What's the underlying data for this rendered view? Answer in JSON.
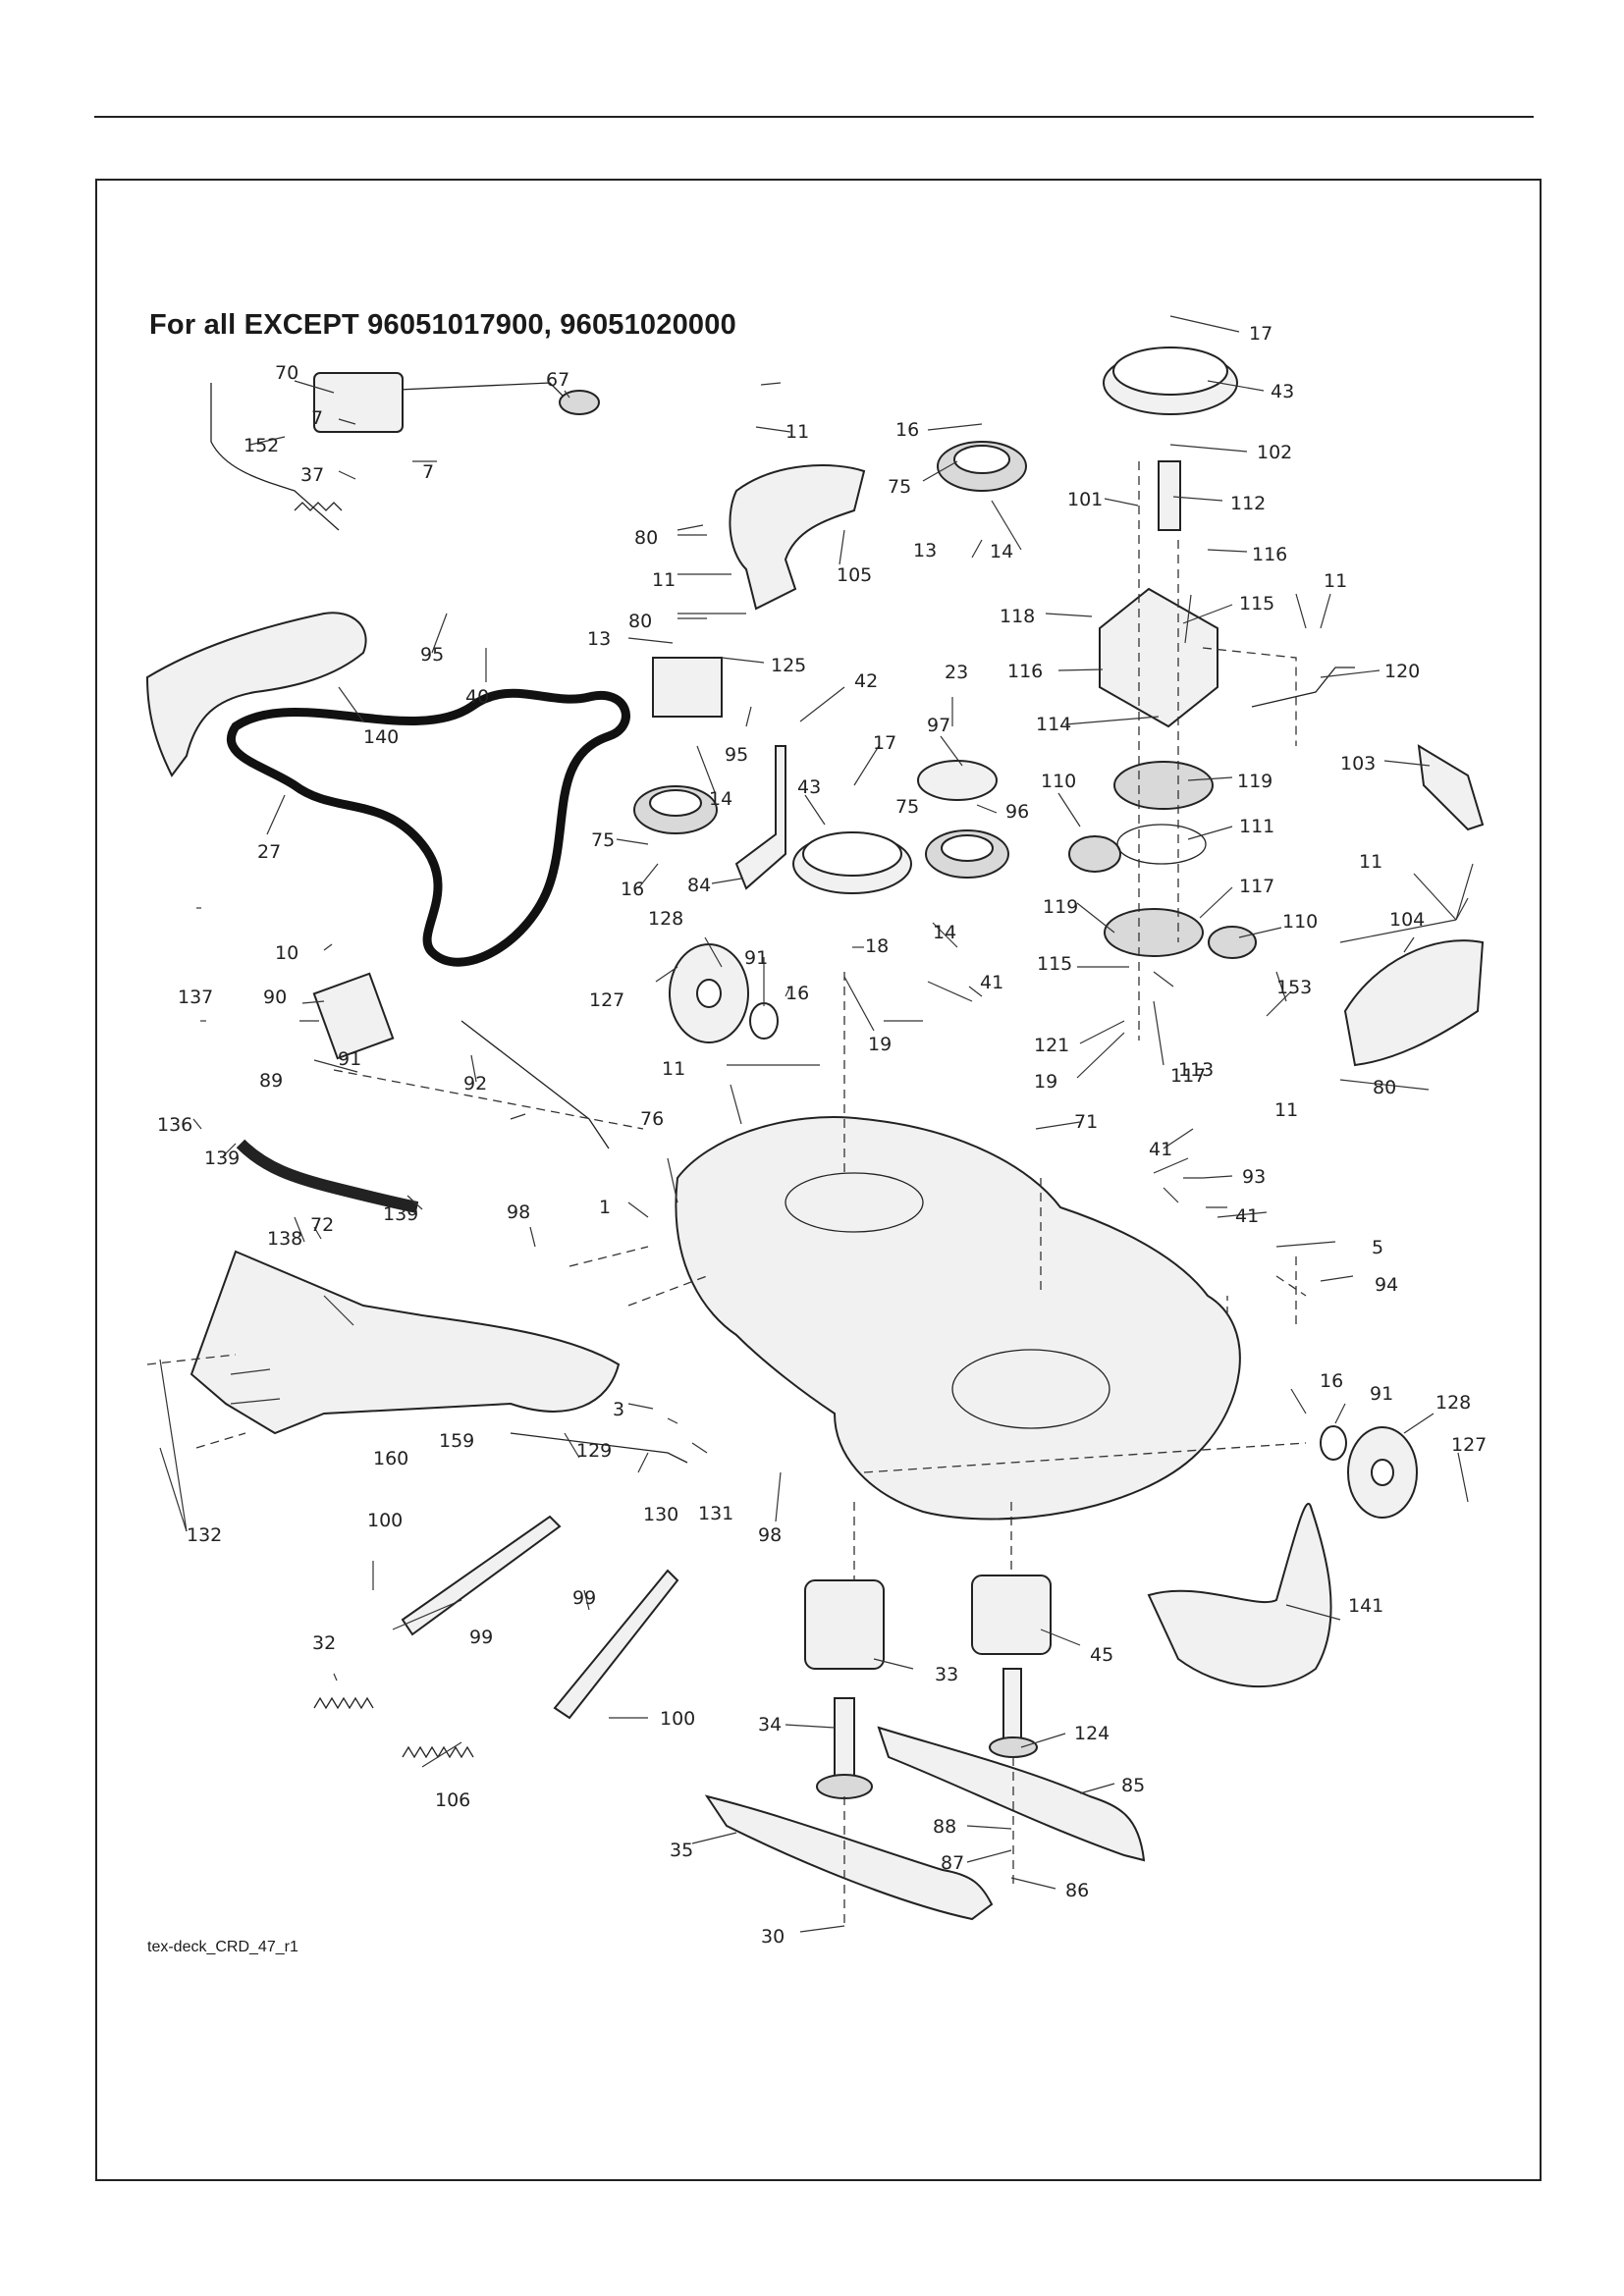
{
  "title": "For all EXCEPT 96051017900, 96051020000",
  "diagram_code": "tex-deck_CRD_47_r1",
  "part_labels": [
    "1",
    "3",
    "5",
    "7",
    "10",
    "11",
    "13",
    "14",
    "16",
    "17",
    "18",
    "19",
    "23",
    "27",
    "30",
    "32",
    "33",
    "34",
    "35",
    "37",
    "40",
    "41",
    "42",
    "43",
    "45",
    "67",
    "70",
    "71",
    "72",
    "75",
    "76",
    "80",
    "84",
    "85",
    "86",
    "87",
    "88",
    "89",
    "90",
    "91",
    "92",
    "93",
    "94",
    "95",
    "96",
    "97",
    "98",
    "99",
    "100",
    "101",
    "102",
    "103",
    "104",
    "105",
    "106",
    "110",
    "111",
    "112",
    "113",
    "114",
    "115",
    "116",
    "117",
    "118",
    "119",
    "120",
    "121",
    "124",
    "125",
    "127",
    "128",
    "129",
    "130",
    "131",
    "132",
    "136",
    "137",
    "138",
    "139",
    "140",
    "141",
    "152",
    "153",
    "159",
    "160"
  ]
}
